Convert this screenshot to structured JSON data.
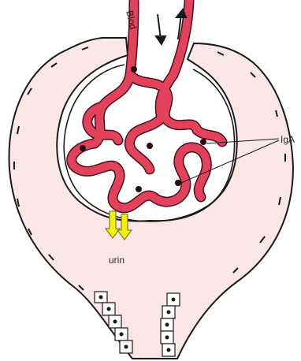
{
  "labels": {
    "blood": "Blod",
    "iga": "IgA",
    "urine": "urin"
  },
  "colors": {
    "vessel": "#e2425c",
    "vessel_outline": "#4a0f1a",
    "capsule_fill": "#fbe7e7",
    "outline": "#1a1a1a",
    "urine_arrow": "#f2f20e",
    "iga_dot": "#2a0a12"
  },
  "icons": [
    "blood-flow-down-arrow-icon",
    "blood-flow-up-arrow-icon",
    "urine-flow-arrow-icon"
  ]
}
